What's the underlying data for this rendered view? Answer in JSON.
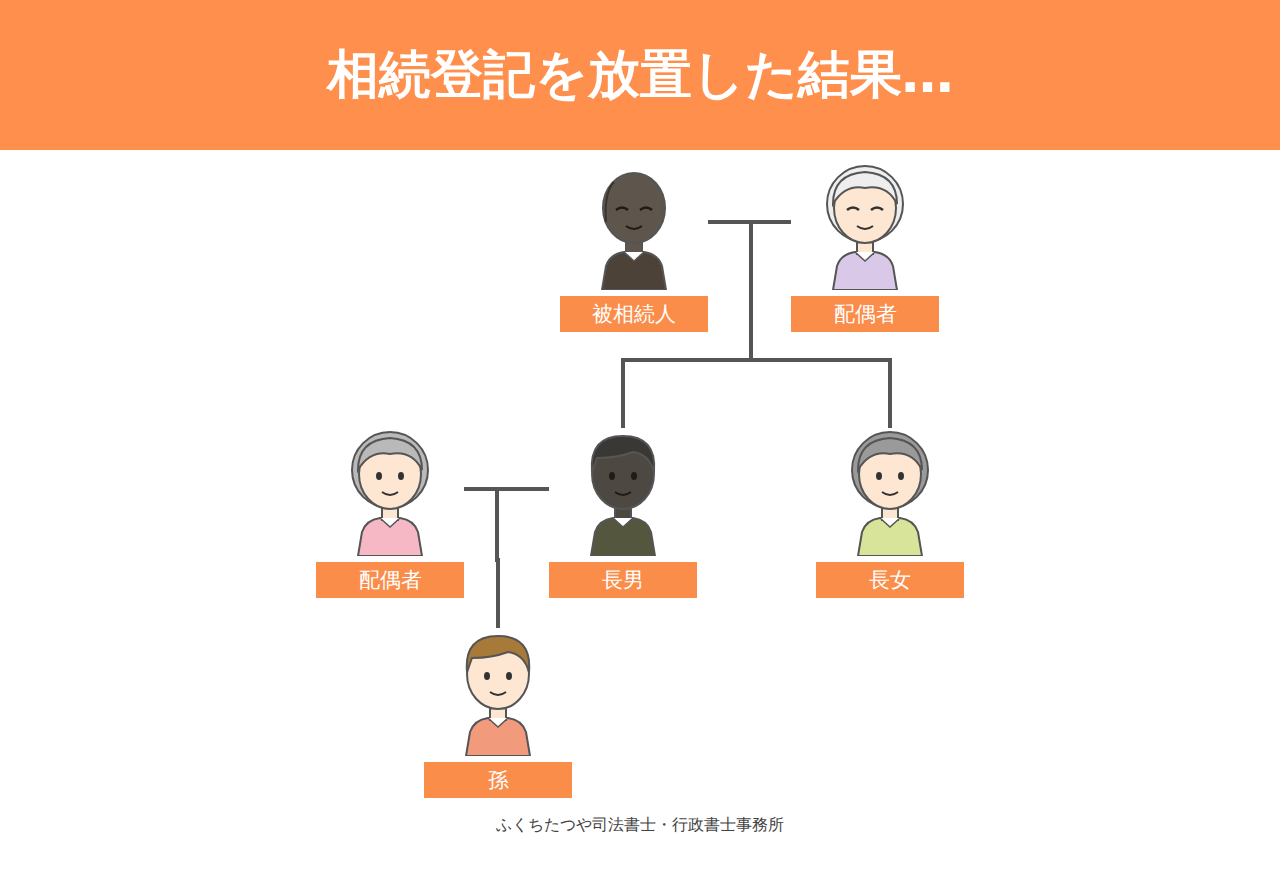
{
  "diagram": {
    "title": "相続登記を放置した結果…",
    "caption": "ふくちたつや司法書士・行政書士事務所",
    "nodes": [
      {
        "text": [
          "被相続人"
        ]
      },
      {
        "text": [
          "配偶者"
        ]
      },
      {
        "text": [
          "配偶者"
        ]
      },
      {
        "text": [
          "長男"
        ]
      },
      {
        "text": [
          "長女"
        ]
      },
      {
        "text": [
          "孫"
        ]
      }
    ],
    "edges": [
      {
        "from": 0,
        "to": 1,
        "arrow": "none"
      },
      {
        "from": 0,
        "to": 3,
        "arrow": "none"
      },
      {
        "from": 1,
        "to": 3,
        "arrow": "none"
      },
      {
        "from": 0,
        "to": 4,
        "arrow": "none"
      },
      {
        "from": 1,
        "to": 4,
        "arrow": "none"
      },
      {
        "from": 2,
        "to": 3,
        "arrow": "none"
      },
      {
        "from": 2,
        "to": 5,
        "arrow": "none"
      },
      {
        "from": 3,
        "to": 5,
        "arrow": "none"
      }
    ]
  }
}
